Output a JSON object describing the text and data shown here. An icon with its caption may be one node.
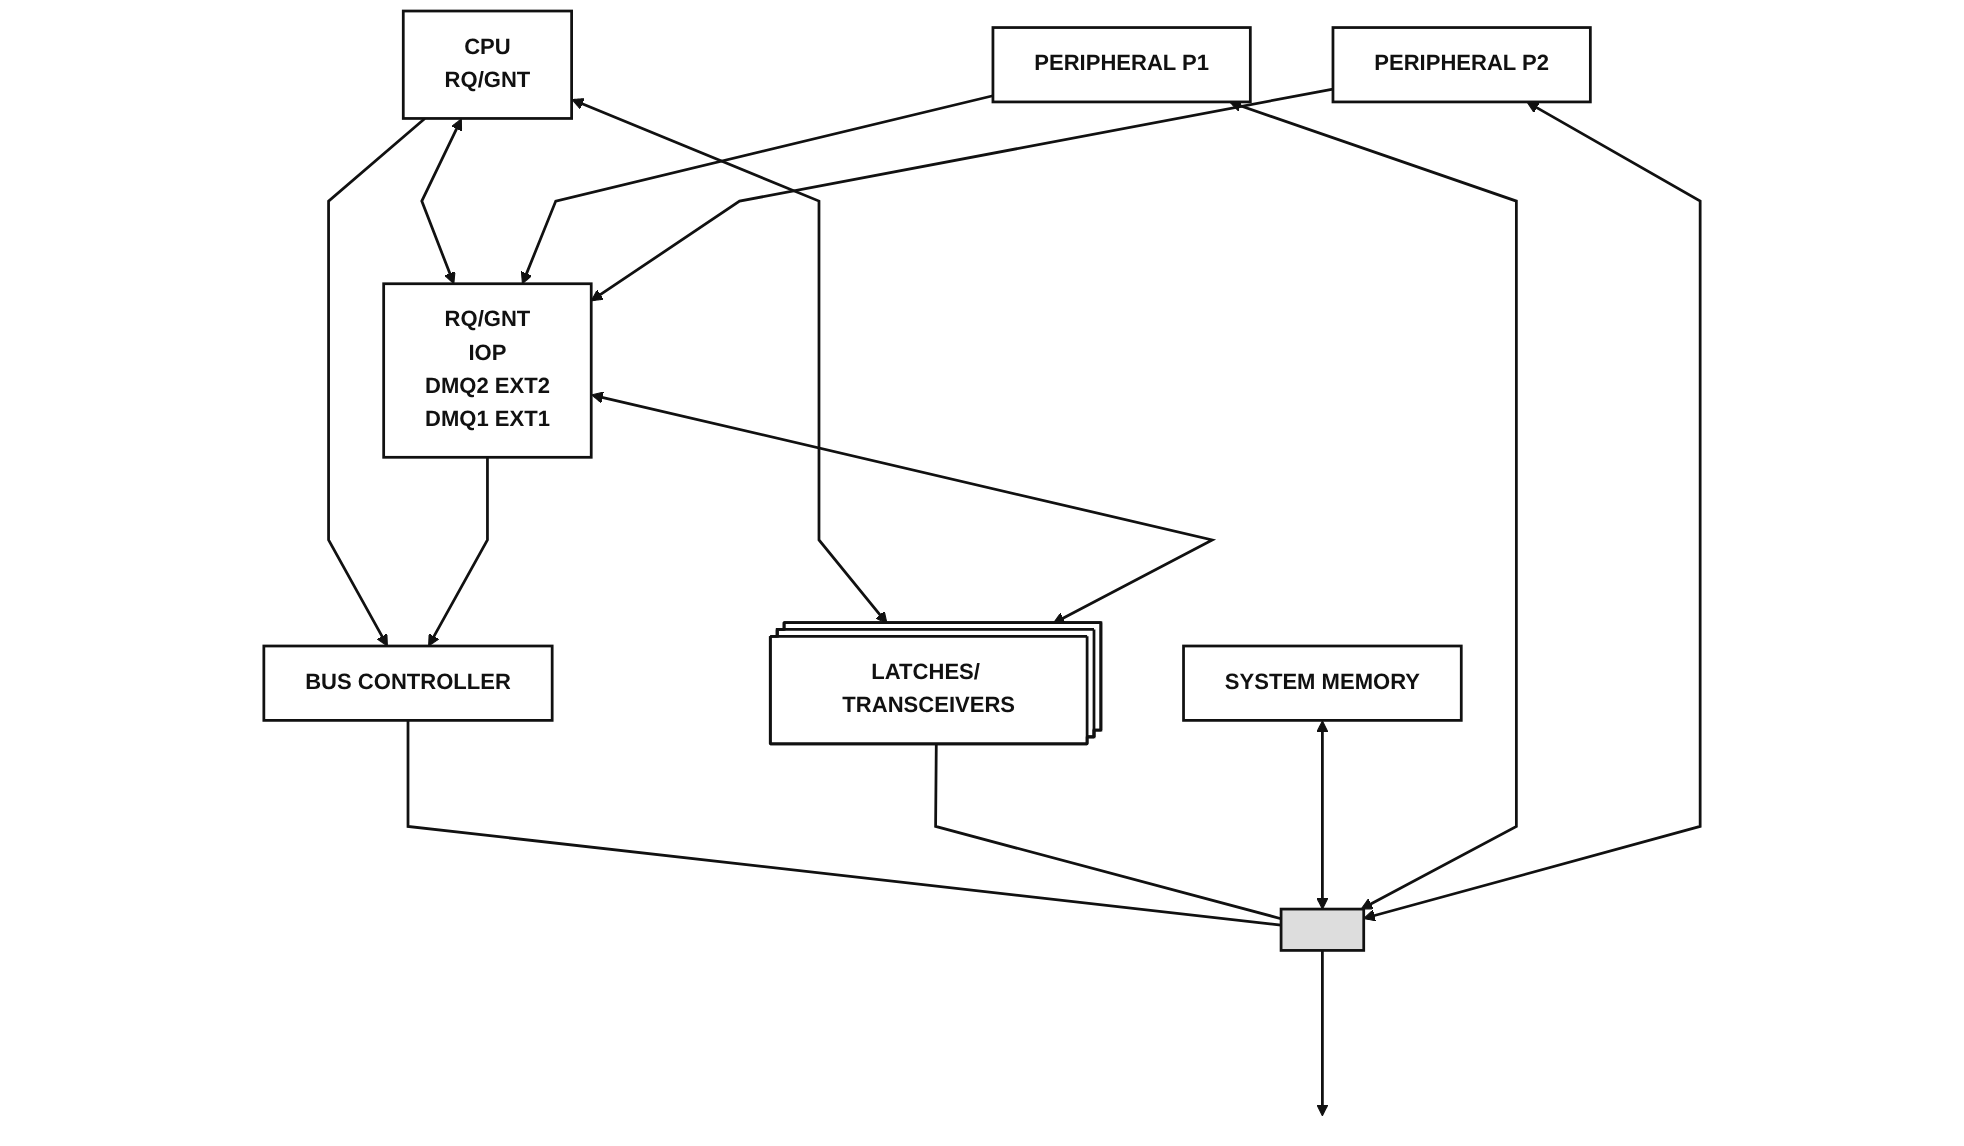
{
  "diagram": {
    "nodes": [
      {
        "text": [
          "CPU",
          "RQ/GNT"
        ]
      },
      {
        "text": [
          "BUS CONTROLLER"
        ]
      },
      {
        "text": [
          "SYSTEM MEMORY"
        ]
      },
      {
        "text": [
          "RQ/GNT",
          "IOP",
          "DMQ2 EXT2",
          "DMQ1 EXT1"
        ]
      },
      {
        "text": [
          "LATCHES/ TRANSCEIVERS"
        ]
      },
      {
        "text": [
          "PERIPHERAL P1"
        ]
      },
      {
        "text": [
          "PERIPHERAL P2"
        ]
      },
      {
        "text": [],
        "shape": "bar"
      }
    ],
    "edges": [
      {
        "from": 0,
        "to": 1,
        "arrow": "to"
      },
      {
        "from": 3,
        "to": 1,
        "arrow": "to"
      },
      {
        "from": 0,
        "to": 4,
        "arrow": "both"
      },
      {
        "from": 3,
        "to": 4,
        "arrow": "both"
      },
      {
        "from": 0,
        "to": 3,
        "arrow": "both"
      },
      {
        "from": 1,
        "to": 7,
        "arrow": "none"
      },
      {
        "from": 4,
        "to": 7,
        "arrow": "none"
      },
      {
        "from": 7,
        "to": null,
        "arrow": "to"
      },
      {
        "from": 2,
        "to": 7,
        "arrow": "both"
      },
      {
        "from": 5,
        "to": 7,
        "arrow": "both"
      },
      {
        "from": 6,
        "to": 7,
        "arrow": "both"
      },
      {
        "from": 5,
        "to": 3,
        "arrow": "to"
      },
      {
        "from": 6,
        "to": 3,
        "arrow": "to"
      }
    ]
  }
}
